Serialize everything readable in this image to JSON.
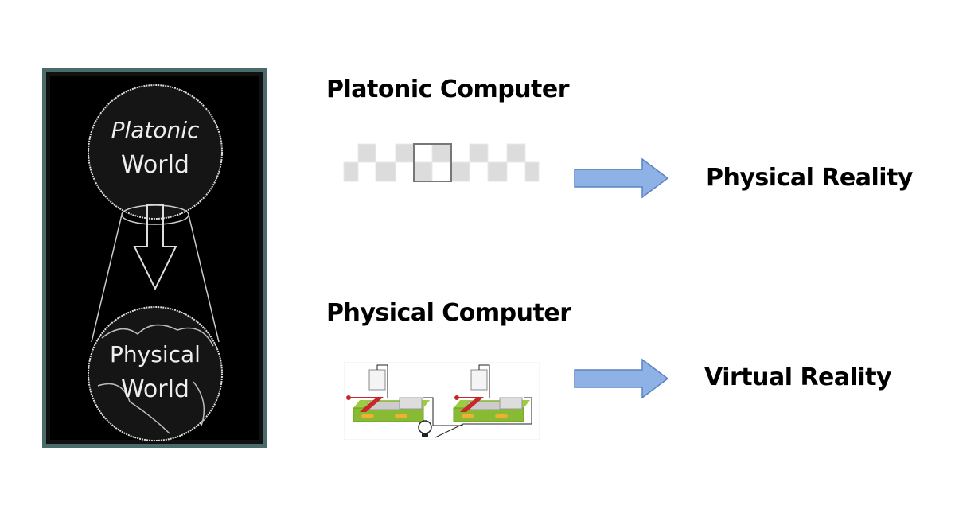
{
  "left_panel": {
    "top_globe_label": [
      "Platonic",
      "World"
    ],
    "bottom_globe_label": [
      "Physical",
      "World"
    ]
  },
  "rows": [
    {
      "title": "Platonic Computer",
      "result": "Physical Reality"
    },
    {
      "title": "Physical Computer",
      "result": "Virtual Reality"
    }
  ],
  "colors": {
    "arrow_fill": "#8fb2e6",
    "arrow_stroke": "#5b82c4",
    "panel_border": "#4b6a6a",
    "tape_cell": "#dcdcdc"
  }
}
